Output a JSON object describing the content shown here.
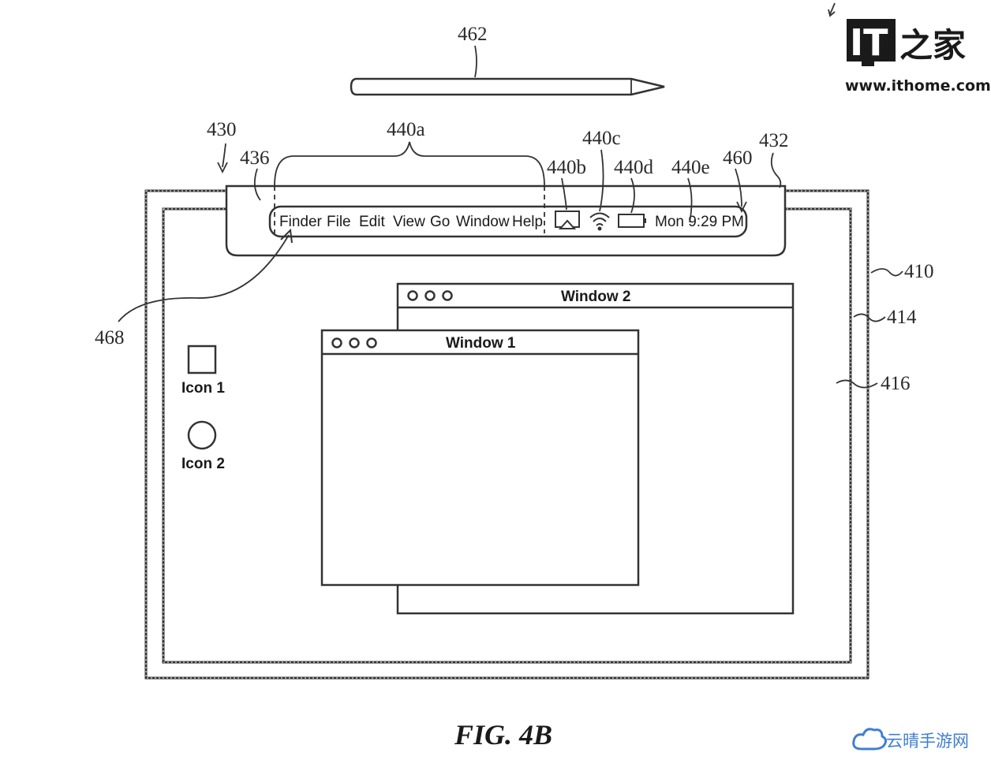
{
  "reference_labels": {
    "stylus": "462",
    "device": "430",
    "menu_bar_region": "436",
    "menu_group": "440a",
    "airplay": "440b",
    "wifi": "440c",
    "battery": "440d",
    "clock": "440e",
    "indicator": "460",
    "menu_bar_overlay": "432",
    "display_outer": "410",
    "display_inner": "414",
    "desktop": "416",
    "touch_path": "468"
  },
  "menu_bar": {
    "items": [
      "Finder",
      "File",
      "Edit",
      "View",
      "Go",
      "Window",
      "Help"
    ],
    "clock": "Mon 9:29 PM"
  },
  "windows": {
    "window1_title": "Window 1",
    "window2_title": "Window 2"
  },
  "desktop_icons": {
    "icon1_label": "Icon 1",
    "icon2_label": "Icon 2"
  },
  "caption": "FIG. 4B",
  "watermarks": {
    "it_logo_text": "IT之家",
    "it_url": "www.ithome.com",
    "bottom_brand": "云晴手游网"
  },
  "colors": {
    "line": "#333333",
    "background": "#ffffff",
    "watermark_blue": "#3f7fd0"
  }
}
